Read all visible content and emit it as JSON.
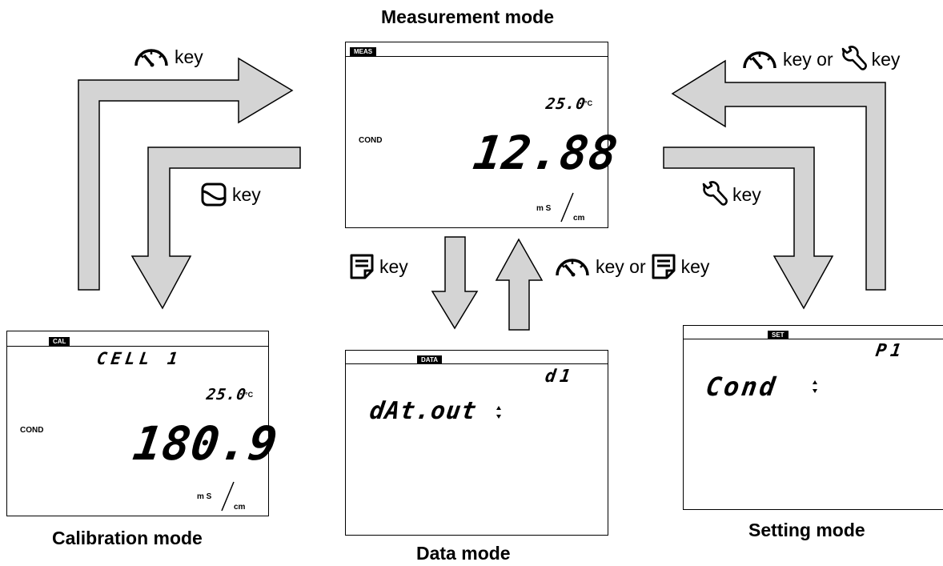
{
  "captions": {
    "measurement": "Measurement mode",
    "calibration": "Calibration mode",
    "data": "Data mode",
    "setting": "Setting mode"
  },
  "key_labels": {
    "meas_to_from_cal": "key",
    "cal_entry": "key",
    "setting_to_meas": "key",
    "setting_to_meas_or": "key or",
    "meas_to_setting": "key",
    "meas_to_data": "key",
    "data_to_meas": "key",
    "data_to_meas_or": "key or"
  },
  "icons": {
    "meas_key": "gauge-icon",
    "cal_key": "beaker-icon",
    "set_key": "wrench-icon",
    "data_key": "memo-icon"
  },
  "screens": {
    "measurement": {
      "badge": "MEAS",
      "temp": "25.0",
      "temp_unit": "°C",
      "param": "COND",
      "value": "12.88",
      "unit_top": "m S",
      "unit_bottom": "cm"
    },
    "calibration": {
      "badge": "CAL",
      "top_text": "CELL 1",
      "temp": "25.0",
      "temp_unit": "°C",
      "param": "COND",
      "value": "180.9",
      "unit_top": "m S",
      "unit_bottom": "cm"
    },
    "data": {
      "badge": "DATA",
      "corner": "d1",
      "main": "dAt.out"
    },
    "setting": {
      "badge": "SET",
      "corner": "P1",
      "main": "Cond"
    }
  },
  "colors": {
    "arrow_fill": "#d4d4d4",
    "arrow_stroke": "#000000"
  }
}
